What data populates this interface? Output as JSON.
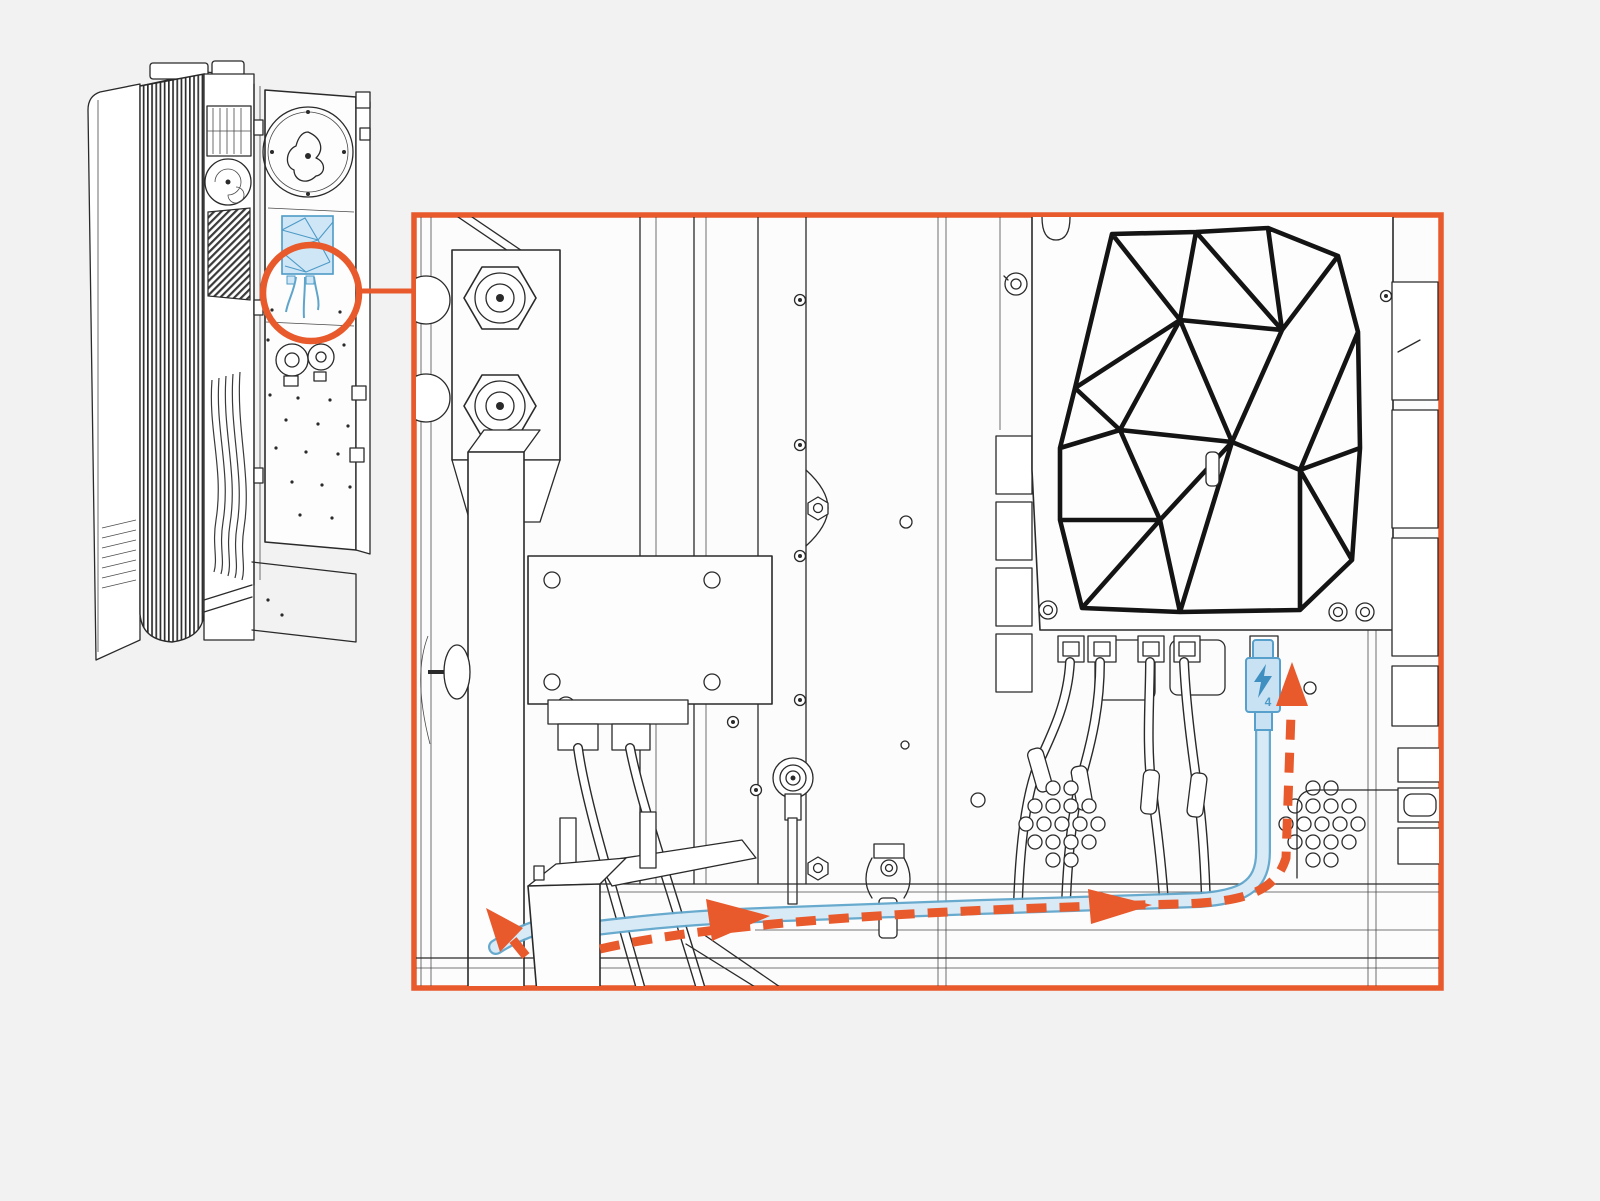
{
  "palette": {
    "background": "#f2f2f2",
    "detail_fill": "#fcfcfc",
    "line": "#2a2a2a",
    "accent_orange": "#e8592c",
    "cable_blue_stroke": "#5fa5cb",
    "cable_blue_fill": "#d8eaf6",
    "connector_fill": "#c9e2f3",
    "connector_stroke": "#57a0cc",
    "connector_glyph": "#3f90c1",
    "highlight_module_fill": "#cfe6f6"
  },
  "overview": {
    "description_names": [
      "cabinet-left-panel",
      "cabinet-fins",
      "contactor-bank",
      "fan",
      "vent-cone",
      "interior-cables",
      "open-door",
      "door-ring-device",
      "highlighted-comm-module",
      "door-hole-dots",
      "pump-components"
    ],
    "callout": {
      "shape": "circle-with-leader",
      "color": "#e8592c"
    }
  },
  "detail": {
    "frame_color": "#e8592c",
    "connector": {
      "icon": "thunderbolt-lightning-icon",
      "label": "4"
    },
    "route": {
      "style": "dashed",
      "color": "#e8592c",
      "arrows": [
        "exit-arrow-up-left",
        "mid-arrow-right-1",
        "mid-arrow-right-2",
        "port-arrow-up"
      ]
    },
    "landmarks": [
      "busbar-hex-bolts",
      "vertical-post",
      "knob-handle",
      "mounting-plate",
      "ground-ring-terminal",
      "hex-nut",
      "cable-clamp",
      "triangulated-vent-panel",
      "keyhole-slot",
      "cable-glands",
      "white-cables",
      "perforated-grid-left",
      "perforated-grid-right",
      "thunderbolt-port",
      "blue-cable",
      "exit-bracket",
      "right-rail",
      "bottom-beams"
    ]
  }
}
